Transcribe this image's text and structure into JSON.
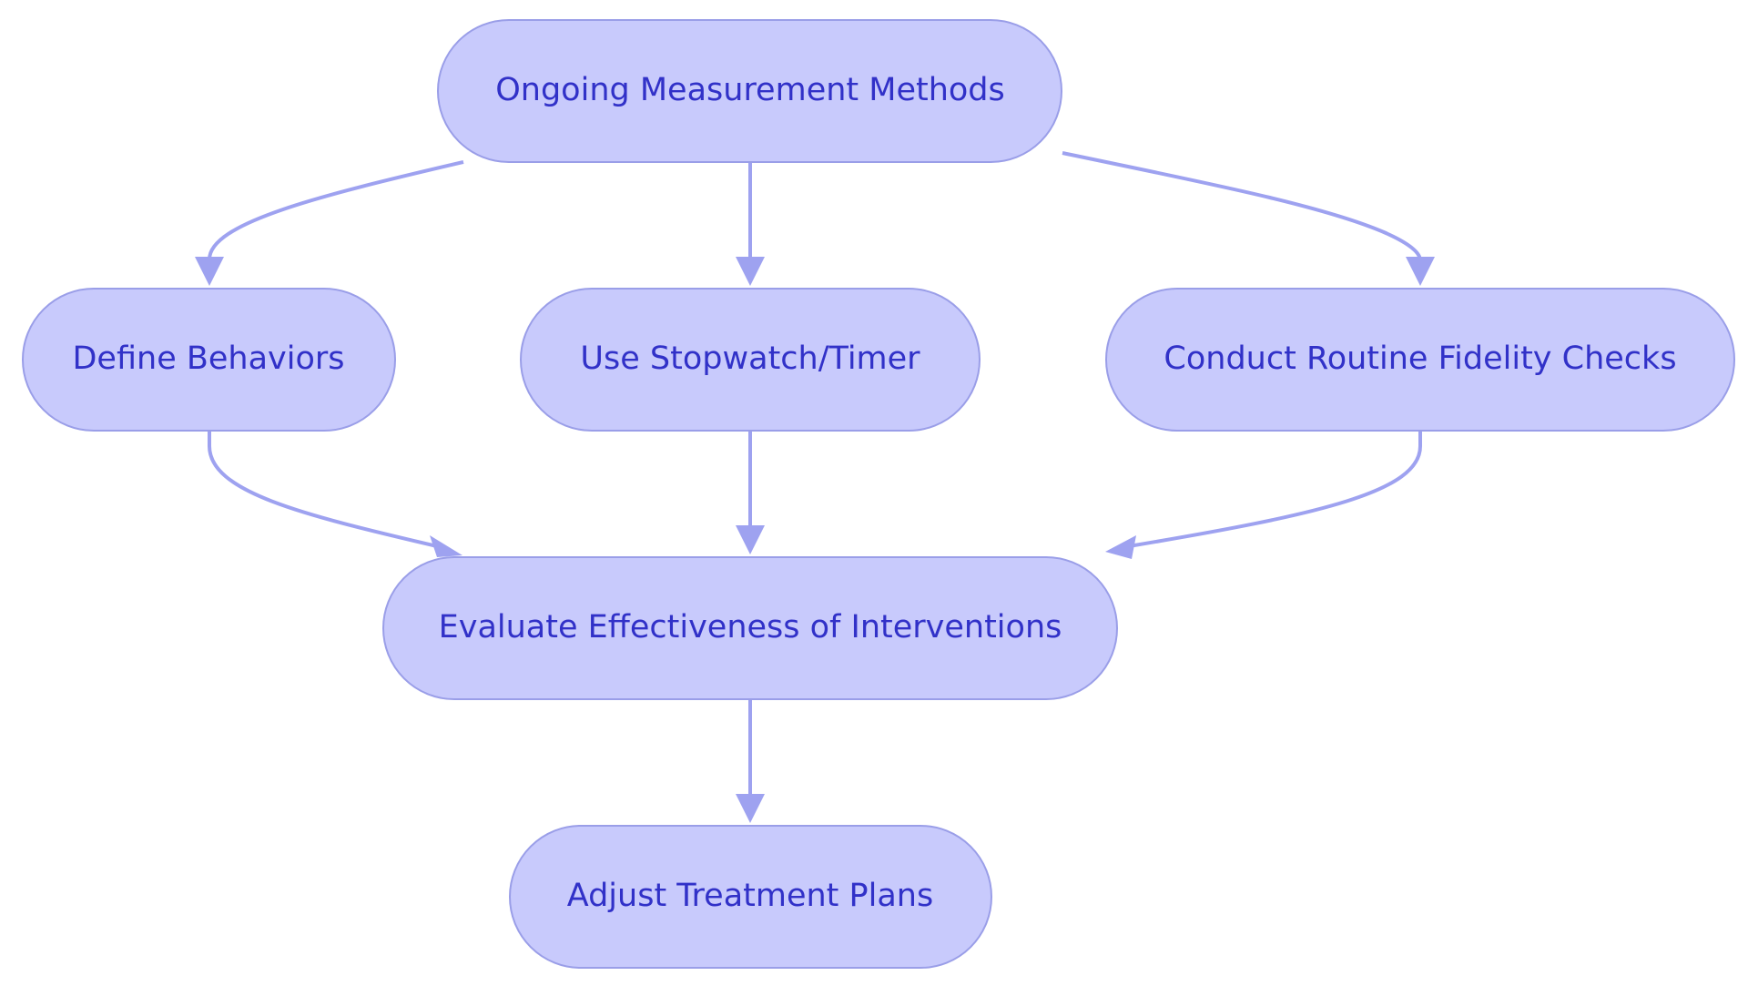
{
  "diagram": {
    "colors": {
      "node_fill": "#c8cafc",
      "node_border": "#9a9ee8",
      "node_text": "#3131c8",
      "edge": "#9ea2f0",
      "background": "#ffffff"
    },
    "nodes": {
      "ongoing": "Ongoing Measurement Methods",
      "define": "Define Behaviors",
      "stopwatch": "Use Stopwatch/Timer",
      "fidelity": "Conduct Routine Fidelity Checks",
      "evaluate": "Evaluate Effectiveness of Interventions",
      "adjust": "Adjust Treatment Plans"
    },
    "edges": [
      {
        "from": "Ongoing Measurement Methods",
        "to": "Define Behaviors"
      },
      {
        "from": "Ongoing Measurement Methods",
        "to": "Use Stopwatch/Timer"
      },
      {
        "from": "Ongoing Measurement Methods",
        "to": "Conduct Routine Fidelity Checks"
      },
      {
        "from": "Define Behaviors",
        "to": "Evaluate Effectiveness of Interventions"
      },
      {
        "from": "Use Stopwatch/Timer",
        "to": "Evaluate Effectiveness of Interventions"
      },
      {
        "from": "Conduct Routine Fidelity Checks",
        "to": "Evaluate Effectiveness of Interventions"
      },
      {
        "from": "Evaluate Effectiveness of Interventions",
        "to": "Adjust Treatment Plans"
      }
    ]
  }
}
